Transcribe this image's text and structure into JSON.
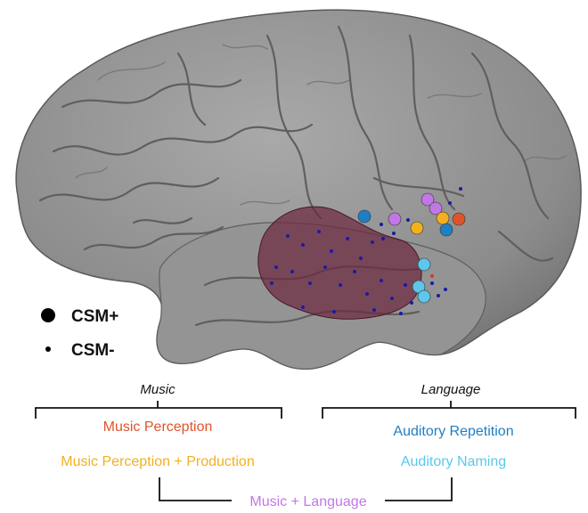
{
  "legend": {
    "csm_plus": "CSM+",
    "csm_minus": "CSM-"
  },
  "groups": {
    "music": {
      "title": "Music",
      "items": [
        {
          "key": "music_perception",
          "label": "Music Perception",
          "color": "#e0532a"
        },
        {
          "key": "music_perception_production",
          "label": "Music Perception + Production",
          "color": "#f2b01e"
        }
      ]
    },
    "language": {
      "title": "Language",
      "items": [
        {
          "key": "auditory_repetition",
          "label": "Auditory Repetition",
          "color": "#1f7fc4"
        },
        {
          "key": "auditory_naming",
          "label": "Auditory Naming",
          "color": "#5cc7ea"
        }
      ]
    },
    "combined": {
      "key": "music_language",
      "label": "Music + Language",
      "color": "#c277e6"
    }
  },
  "colors": {
    "brain_fill": "#8e8e8e",
    "brain_sulci": "#5f5f5f",
    "resection_region": "#6e2a40",
    "csm_negative_dot": "#1a1aa8",
    "bracket": "#111111"
  }
}
